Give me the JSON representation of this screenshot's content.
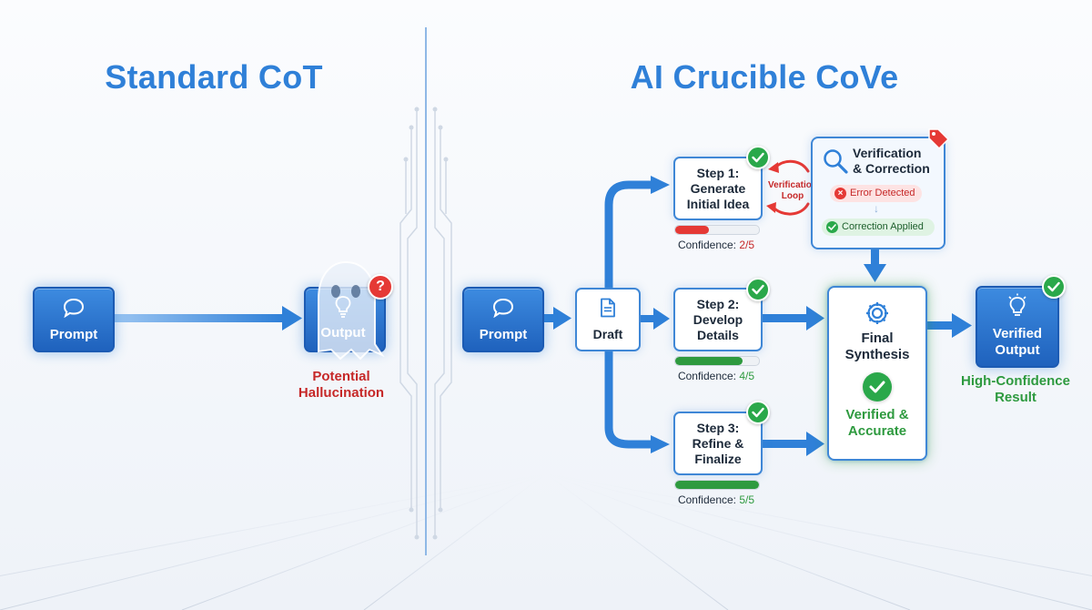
{
  "titles": {
    "left": "Standard CoT",
    "right": "AI Crucible CoVe"
  },
  "standard": {
    "prompt_label": "Prompt",
    "output_label": "Output",
    "warning_line1": "Potential",
    "warning_line2": "Hallucination"
  },
  "cove": {
    "prompt_label": "Prompt",
    "draft_label": "Draft",
    "steps": [
      {
        "line1": "Step 1:",
        "line2": "Generate",
        "line3": "Initial Idea",
        "confidence_label": "Confidence:",
        "confidence_value": "2/5",
        "level": 0.4,
        "color": "#e53935"
      },
      {
        "line1": "Step 2:",
        "line2": "Develop",
        "line3": "Details",
        "confidence_label": "Confidence:",
        "confidence_value": "4/5",
        "level": 0.8,
        "color": "#2e9a3f"
      },
      {
        "line1": "Step 3:",
        "line2": "Refine &",
        "line3": "Finalize",
        "confidence_label": "Confidence:",
        "confidence_value": "5/5",
        "level": 1.0,
        "color": "#2e9a3f"
      }
    ],
    "loop_line1": "Verification",
    "loop_line2": "Loop",
    "verification": {
      "title_line1": "Verification",
      "title_line2": "& Correction",
      "error_label": "Error Detected",
      "correction_label": "Correction Applied"
    },
    "synthesis": {
      "title_line1": "Final",
      "title_line2": "Synthesis",
      "status_line1": "Verified &",
      "status_line2": "Accurate"
    },
    "verified_output": {
      "line1": "Verified",
      "line2": "Output"
    },
    "result_line1": "High-Confidence",
    "result_line2": "Result"
  },
  "colors": {
    "accent": "#2f80d8",
    "error": "#c62828",
    "success": "#2e9a3f"
  },
  "icons": [
    "chat-bubble-icon",
    "lightbulb-icon",
    "ghost-icon",
    "question-badge-icon",
    "document-icon",
    "check-icon",
    "refresh-loop-icon",
    "magnifier-icon",
    "tag-icon",
    "error-x-icon",
    "gear-icon",
    "arrow-icon"
  ]
}
